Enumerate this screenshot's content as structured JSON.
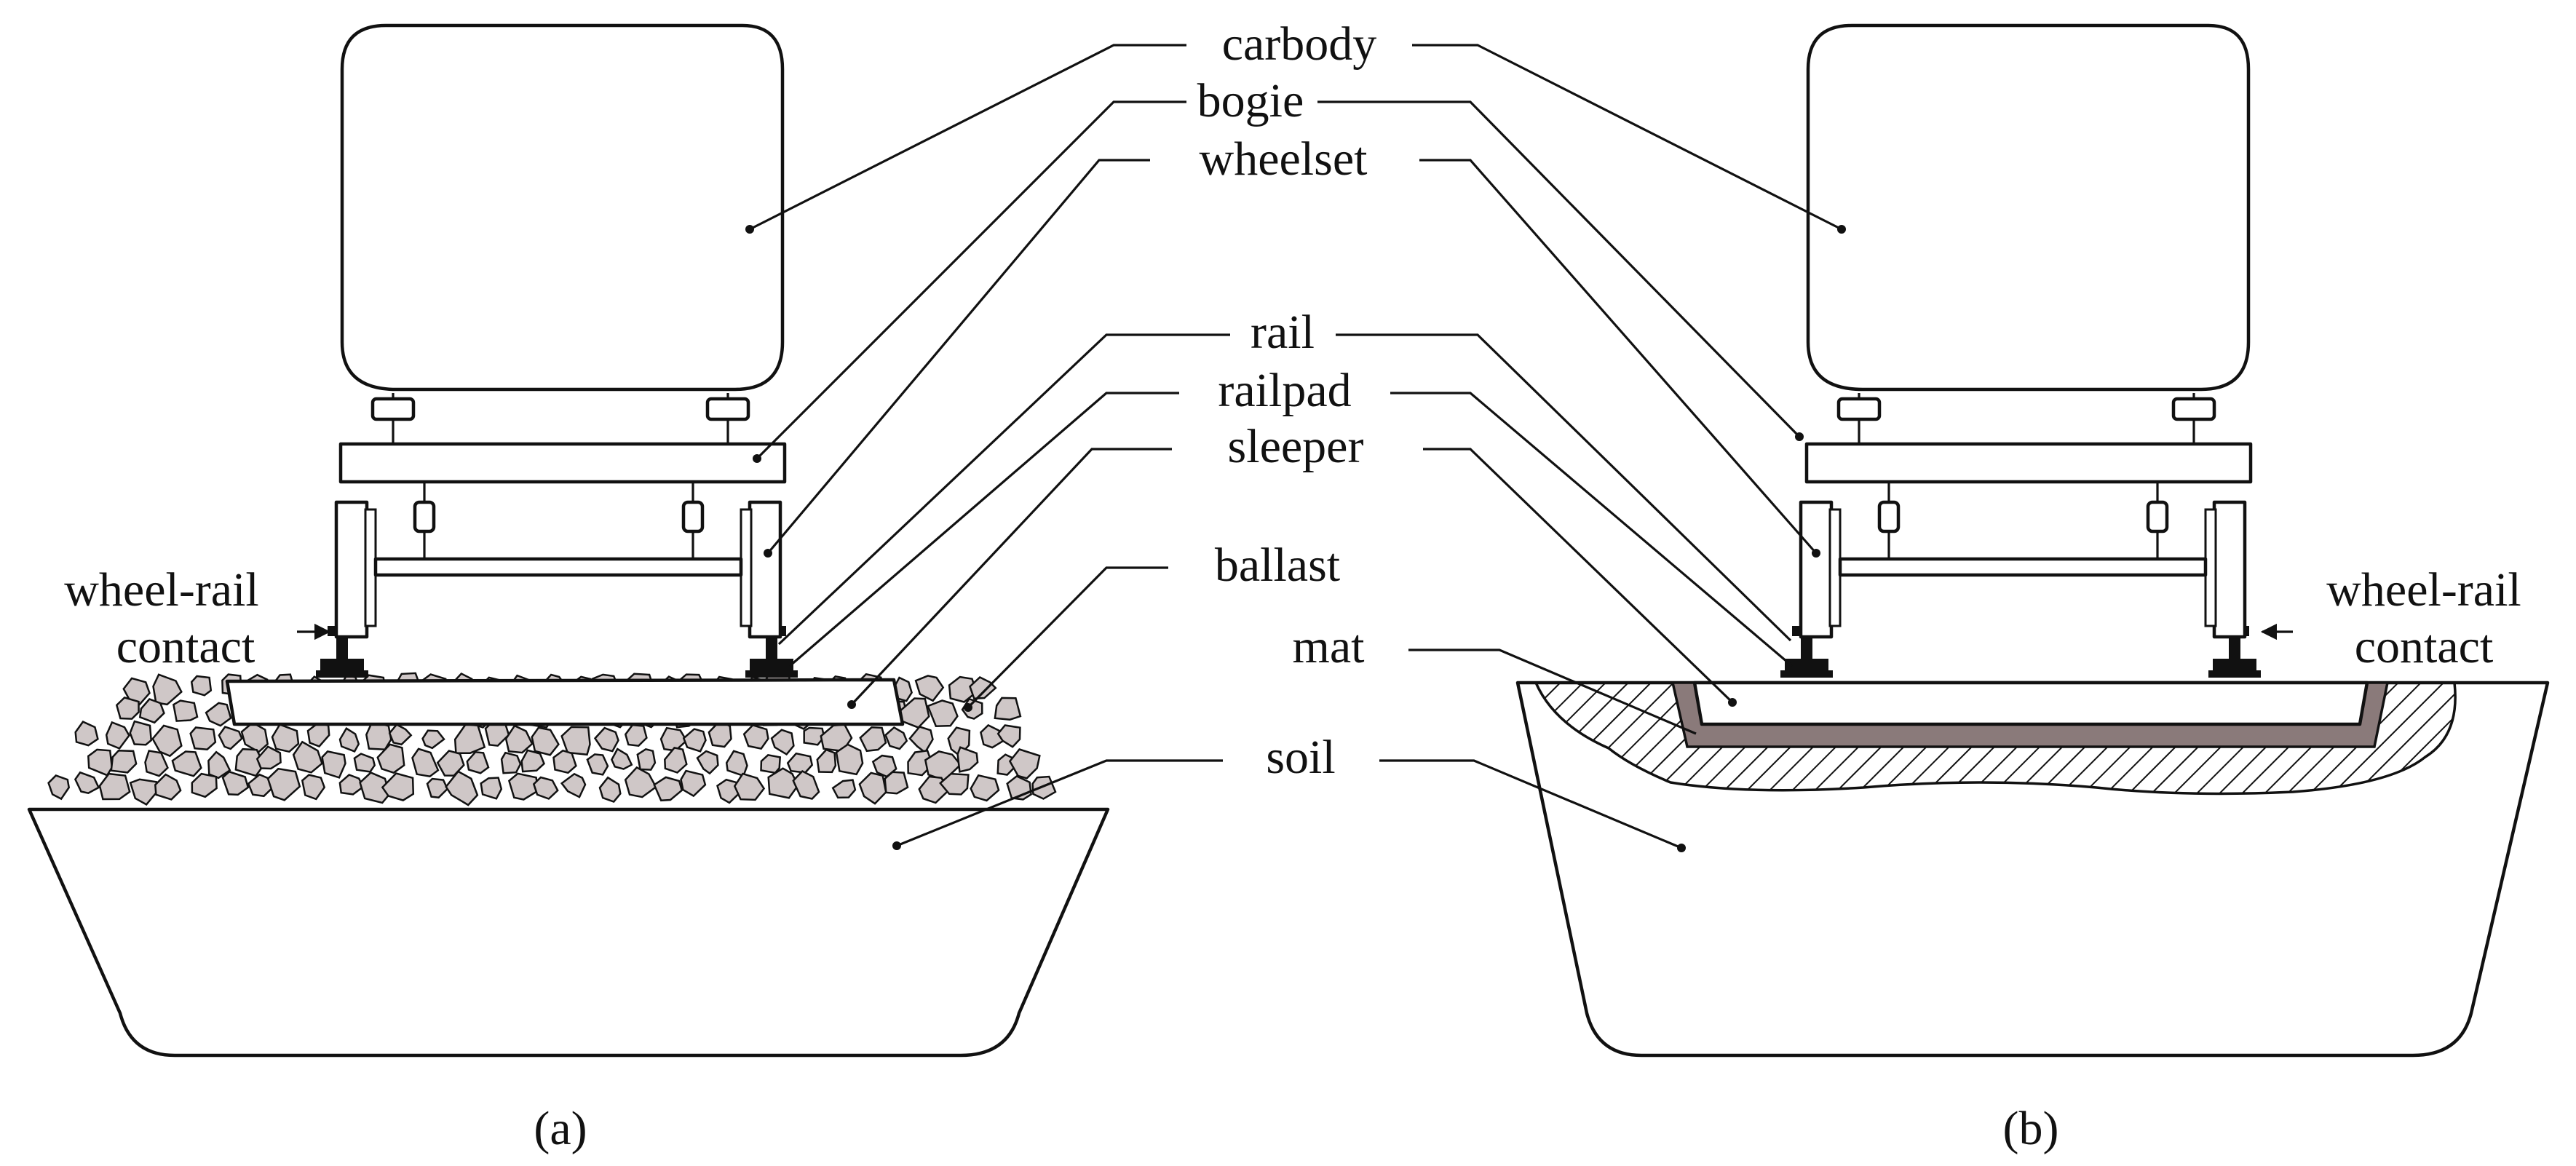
{
  "labels": {
    "carbody": "carbody",
    "bogie": "bogie",
    "wheelset": "wheelset",
    "rail": "rail",
    "railpad": "railpad",
    "sleeper": "sleeper",
    "ballast": "ballast",
    "mat": "mat",
    "soil": "soil",
    "wheel_rail_line1": "wheel-rail",
    "wheel_rail_line2": "contact"
  },
  "captions": {
    "a": "(a)",
    "b": "(b)"
  },
  "colors": {
    "stroke": "#111111",
    "ballast_stone": "#cfc7c7",
    "mat": "#8a7a7a",
    "hatch": "#111111"
  }
}
